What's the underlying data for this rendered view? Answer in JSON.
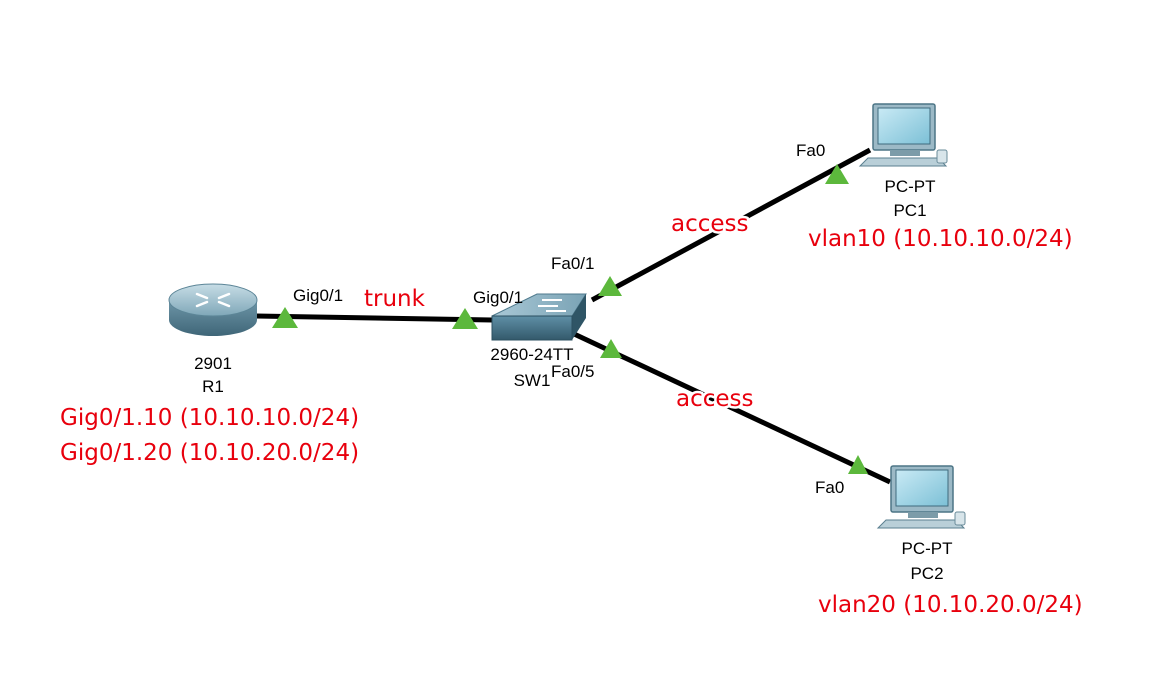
{
  "devices": {
    "router": {
      "model": "2901",
      "name": "R1",
      "icon": "router-icon"
    },
    "switch": {
      "model": "2960-24TT",
      "name": "SW1",
      "icon": "switch-icon"
    },
    "pc1": {
      "model": "PC-PT",
      "name": "PC1",
      "icon": "pc-icon"
    },
    "pc2": {
      "model": "PC-PT",
      "name": "PC2",
      "icon": "pc-icon"
    }
  },
  "ports": {
    "r1_gig": "Gig0/1",
    "sw_gig": "Gig0/1",
    "sw_fa1": "Fa0/1",
    "sw_fa5": "Fa0/5",
    "pc1_fa": "Fa0",
    "pc2_fa": "Fa0"
  },
  "links": {
    "r1_sw": "trunk",
    "sw_pc1": "access",
    "sw_pc2": "access"
  },
  "annotations": {
    "r1_sub1": "Gig0/1.10 (10.10.10.0/24)",
    "r1_sub2": "Gig0/1.20 (10.10.20.0/24)",
    "pc1_vlan": "vlan10 (10.10.10.0/24)",
    "pc2_vlan": "vlan20 (10.10.20.0/24)"
  },
  "colors": {
    "annotation": "#e8000d",
    "link_up": "#5cb83c",
    "cable": "#000000"
  }
}
